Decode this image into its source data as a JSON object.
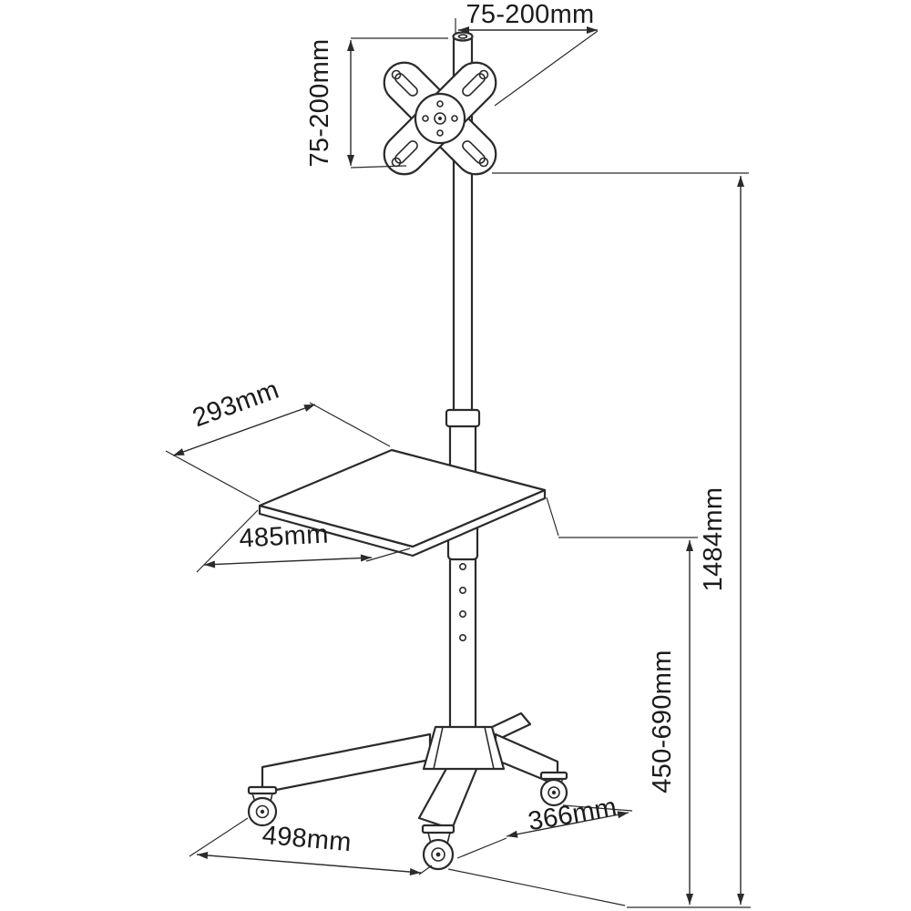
{
  "diagram": {
    "colors": {
      "background": "#ffffff",
      "line": "#2b2b2b",
      "text": "#1b1b1b"
    },
    "dims": {
      "vesa_width": "75-200mm",
      "vesa_height": "75-200mm",
      "shelf_depth": "293mm",
      "shelf_width": "485mm",
      "total_height": "1484mm",
      "height_adjustment": "450-690mm",
      "base_width": "498mm",
      "base_depth": "366mm"
    }
  }
}
